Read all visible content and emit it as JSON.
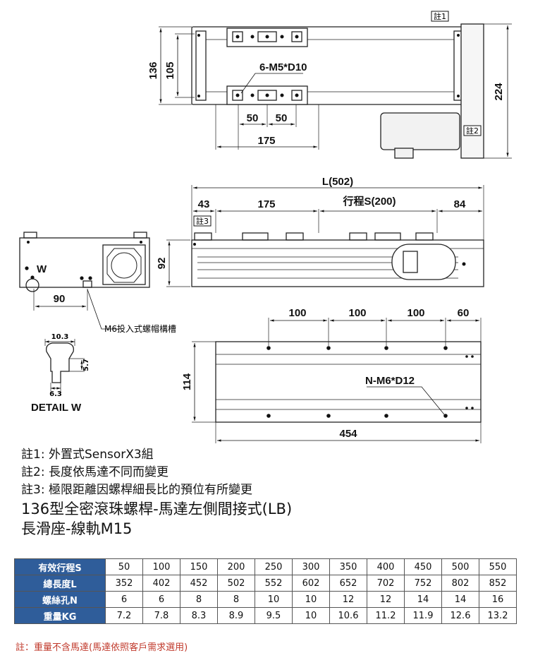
{
  "drawing": {
    "note_tags": [
      "註1",
      "註2",
      "註3"
    ],
    "top_view": {
      "dim_136": "136",
      "dim_105": "105",
      "dim_224": "224",
      "hole_callout": "6-M5*D10",
      "dim_50a": "50",
      "dim_50b": "50",
      "dim_175": "175"
    },
    "side_view": {
      "dim_L": "L(502)",
      "dim_43": "43",
      "dim_175": "175",
      "dim_stroke": "行程S(200)",
      "dim_84": "84",
      "dim_92": "92"
    },
    "end_view": {
      "label_w": "W",
      "dim_90": "90",
      "slot_note": "M6投入式螺帽構槽"
    },
    "detail": {
      "title": "DETAIL W",
      "dim_10_3": "10.3",
      "dim_5_7": "5.7",
      "dim_6_3": "6.3"
    },
    "base_view": {
      "dim_100a": "100",
      "dim_100b": "100",
      "dim_100c": "100",
      "dim_60": "60",
      "hole_callout": "N-M6*D12",
      "dim_114": "114",
      "dim_454": "454"
    }
  },
  "notes": [
    "註1: 外置式SensorX3組",
    "註2: 長度依馬達不同而變更",
    "註3: 極限距離因螺桿細長比的預位有所變更"
  ],
  "title": [
    "136型全密滾珠螺桿-馬達左側間接式(LB)",
    "長滑座-線軌M15"
  ],
  "table": {
    "rows": [
      {
        "label": "有效行程S",
        "values": [
          "50",
          "100",
          "150",
          "200",
          "250",
          "300",
          "350",
          "400",
          "450",
          "500",
          "550"
        ]
      },
      {
        "label": "總長度L",
        "values": [
          "352",
          "402",
          "452",
          "502",
          "552",
          "602",
          "652",
          "702",
          "752",
          "802",
          "852"
        ]
      },
      {
        "label": "螺絲孔N",
        "values": [
          "6",
          "6",
          "8",
          "8",
          "10",
          "10",
          "12",
          "12",
          "14",
          "14",
          "16"
        ]
      },
      {
        "label": "重量KG",
        "values": [
          "7.2",
          "7.8",
          "8.3",
          "8.9",
          "9.5",
          "10",
          "10.6",
          "11.2",
          "11.9",
          "12.6",
          "13.2"
        ]
      }
    ]
  },
  "footnote": "註：重量不含馬達(馬達依照客戶需求選用)"
}
